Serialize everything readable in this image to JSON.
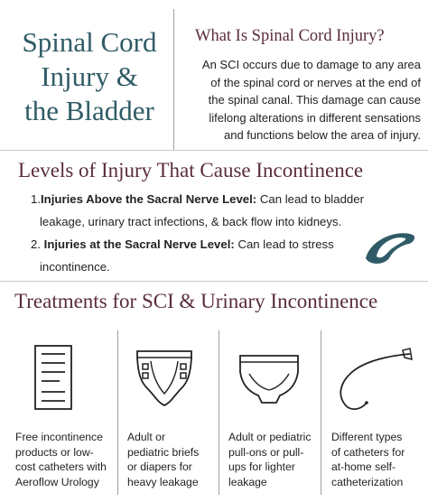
{
  "top": {
    "title_line1": "Spinal Cord",
    "title_line2": "Injury &",
    "title_line3": "the Bladder",
    "what_heading": "What Is Spinal Cord Injury?",
    "what_line1": "An SCI occurs due to damage to any area",
    "what_line2": "of the spinal cord or nerves at the end of",
    "what_line3": "the spinal canal. This damage can cause",
    "what_line4": "lifelong alterations in different sensations",
    "what_line5": "and functions below the area of injury."
  },
  "levels": {
    "heading": "Levels of Injury That Cause Incontinence",
    "items": [
      {
        "number": "1.",
        "bold": "Injuries Above the Sacral Nerve Level:",
        "text": " Can lead to bladder",
        "continuation": "leakage, urinary tract infections, & back flow into kidneys."
      },
      {
        "number": "2. ",
        "bold": "Injuries at the Sacral Nerve Level:",
        "text": " Can lead to stress",
        "continuation": "incontinence."
      }
    ]
  },
  "treatments": {
    "heading": "Treatments for SCI & Urinary Incontinence",
    "columns": [
      {
        "icon": "document-list-icon",
        "lines": [
          "Free incontinence",
          "products or low-",
          "cost catheters with",
          "Aeroflow Urology"
        ]
      },
      {
        "icon": "adult-brief-icon",
        "lines": [
          "Adult or",
          "pediatric briefs",
          "or diapers for",
          "heavy leakage"
        ]
      },
      {
        "icon": "pull-up-underwear-icon",
        "lines": [
          "Adult or pediatric",
          "pull-ons or pull-",
          "ups for lighter",
          "leakage"
        ]
      },
      {
        "icon": "catheter-icon",
        "lines": [
          "Different types",
          "of catheters for",
          "at-home self-",
          "catheterization"
        ]
      }
    ]
  },
  "brand": {
    "logo_icon": "aeroflow-swoosh-icon",
    "color": "#2f5b66"
  },
  "colors": {
    "teal": "#2f5b66",
    "plum": "#5a2d3d"
  }
}
